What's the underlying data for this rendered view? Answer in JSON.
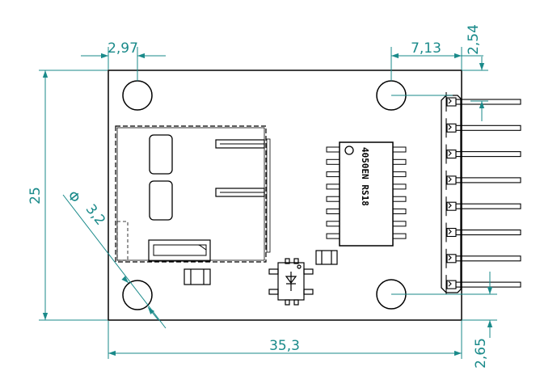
{
  "dimensions": {
    "hole_offset_x": "2,97",
    "pin_offset_x": "7,13",
    "pin_pitch": "2,54",
    "board_height": "25",
    "hole_diameter_symbol": "Φ",
    "hole_diameter": "3,2",
    "board_width": "35,3",
    "bottom_offset": "2,65"
  },
  "components": {
    "ic_marking": "4050EN RS18"
  },
  "colors": {
    "dimension": "#1a8a8a",
    "outline": "#000000",
    "background": "#ffffff"
  }
}
